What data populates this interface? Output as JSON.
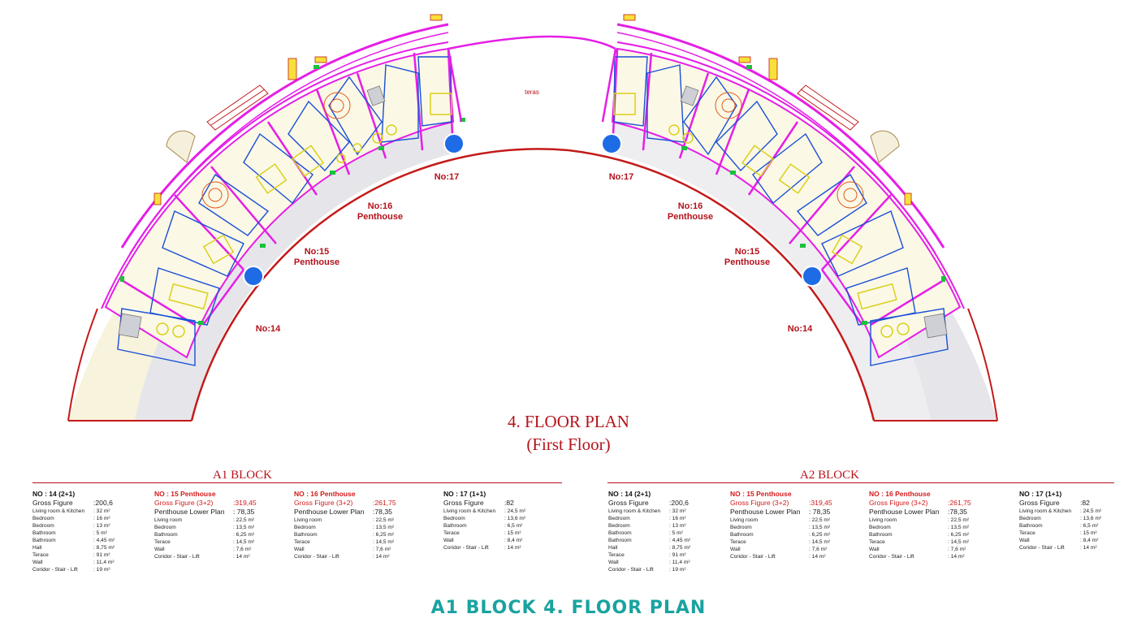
{
  "plan": {
    "teras": "teras",
    "left_wing": {
      "units": [
        "No:17",
        "No:16",
        "Penthouse",
        "No:15",
        "Penthouse",
        "No:14"
      ]
    },
    "right_wing": {
      "units": [
        "No:17",
        "No:16",
        "Penthouse",
        "No:15",
        "Penthouse",
        "No:14"
      ]
    }
  },
  "title": {
    "line1": "4. FLOOR PLAN",
    "line2": "(First Floor)"
  },
  "blocks": [
    {
      "name": "A1 BLOCK",
      "columns": [
        {
          "unit": "NO : 14  (2+1)",
          "unit_red": false,
          "rows": [
            {
              "k": "Gross Figure",
              "v": ":200,6",
              "big": true
            },
            {
              "k": "Living room & Kitchen",
              "v": ": 32  m²"
            },
            {
              "k": "Bedroom",
              "v": ": 16  m²"
            },
            {
              "k": "Bedroom",
              "v": ": 13 m²"
            },
            {
              "k": "Bathroom",
              "v": ": 5 m²"
            },
            {
              "k": "Bathroom",
              "v": ": 4,45 m²"
            },
            {
              "k": "Hall",
              "v": ": 8,75 m²"
            },
            {
              "k": "Terace",
              "v": ": 91 m²"
            },
            {
              "k": "Wall",
              "v": ": 11,4 m²"
            },
            {
              "k": "Coridor - Stair - Lift",
              "v": ": 19 m²"
            }
          ]
        },
        {
          "unit": "NO : 15 Penthouse",
          "unit_red": true,
          "rows": [
            {
              "k": "Gross Figure (3+2)",
              "v": ":319,45",
              "big": true,
              "red": true
            },
            {
              "k": "Penthouse Lower Plan",
              "v": ": 78,35",
              "big": true
            },
            {
              "k": "Living room",
              "v": ": 22,5  m²"
            },
            {
              "k": "Bedroom",
              "v": ": 13,5  m²"
            },
            {
              "k": "Bathroom",
              "v": ": 6,25  m²"
            },
            {
              "k": "Terace",
              "v": ": 14,5  m²"
            },
            {
              "k": "Wall",
              "v": ": 7,6 m²"
            },
            {
              "k": "Coridor - Stair - Lift",
              "v": ": 14 m²"
            }
          ]
        },
        {
          "unit": "NO : 16 Penthouse",
          "unit_red": true,
          "rows": [
            {
              "k": "Gross Figure (3+2)",
              "v": ":261,75",
              "big": true,
              "red": true
            },
            {
              "k": "Penthouse Lower Plan",
              "v": ":78,35",
              "big": true
            },
            {
              "k": "Living room",
              "v": ": 22,5 m²"
            },
            {
              "k": "Bedroom",
              "v": ": 13,5 m²"
            },
            {
              "k": "Bathroom",
              "v": ": 6,25 m²"
            },
            {
              "k": "Terace",
              "v": ": 14,5  m²"
            },
            {
              "k": "Wall",
              "v": ": 7,6 m²"
            },
            {
              "k": "Coridor - Stair - Lift",
              "v": ": 14 m²"
            }
          ]
        },
        {
          "unit": "NO : 17  (1+1)",
          "unit_red": false,
          "rows": [
            {
              "k": "Gross Figure",
              "v": ":82",
              "big": true
            },
            {
              "k": "Living room & Kitchen",
              "v": ": 24,5  m²"
            },
            {
              "k": "Bedroom",
              "v": ": 13,6 m²"
            },
            {
              "k": "Bathroom",
              "v": ": 6,5  m²"
            },
            {
              "k": "Terace",
              "v": ": 15 m²"
            },
            {
              "k": "Wall",
              "v": ": 8,4 m²"
            },
            {
              "k": "Coridor - Stair - Lift",
              "v": ": 14 m²"
            }
          ]
        }
      ]
    },
    {
      "name": "A2 BLOCK",
      "columns": [
        {
          "unit": "NO : 14  (2+1)",
          "unit_red": false,
          "rows": [
            {
              "k": "Gross Figure",
              "v": ":200,6",
              "big": true
            },
            {
              "k": "Living room & Kitchen",
              "v": ": 32  m²"
            },
            {
              "k": "Bedroom",
              "v": ": 16  m²"
            },
            {
              "k": "Bedroom",
              "v": ": 13 m²"
            },
            {
              "k": "Bathroom",
              "v": ": 5 m²"
            },
            {
              "k": "Bathroom",
              "v": ": 4,45 m²"
            },
            {
              "k": "Hall",
              "v": ": 8,75 m²"
            },
            {
              "k": "Terace",
              "v": ": 91 m²"
            },
            {
              "k": "Wall",
              "v": ": 11,4 m²"
            },
            {
              "k": "Coridor - Stair - Lift",
              "v": ": 19 m²"
            }
          ]
        },
        {
          "unit": "NO : 15 Penthouse",
          "unit_red": true,
          "rows": [
            {
              "k": "Gross Figure (3+2)",
              "v": ":319,45",
              "big": true,
              "red": true
            },
            {
              "k": "Penthouse Lower Plan",
              "v": ": 78,35",
              "big": true
            },
            {
              "k": "Living room",
              "v": ": 22,5  m²"
            },
            {
              "k": "Bedroom",
              "v": ": 13,5  m²"
            },
            {
              "k": "Bathroom",
              "v": ": 6,25  m²"
            },
            {
              "k": "Terace",
              "v": ": 14,5  m²"
            },
            {
              "k": "Wall",
              "v": ": 7,6 m²"
            },
            {
              "k": "Coridor - Stair - Lift",
              "v": ": 14 m²"
            }
          ]
        },
        {
          "unit": "NO : 16 Penthouse",
          "unit_red": true,
          "rows": [
            {
              "k": "Gross Figure (3+2)",
              "v": ":261,75",
              "big": true,
              "red": true
            },
            {
              "k": "Penthouse Lower Plan",
              "v": ":78,35",
              "big": true
            },
            {
              "k": "Living room",
              "v": ": 22,5 m²"
            },
            {
              "k": "Bedroom",
              "v": ": 13,5 m²"
            },
            {
              "k": "Bathroom",
              "v": ": 6,25 m²"
            },
            {
              "k": "Terace",
              "v": ": 14,5  m²"
            },
            {
              "k": "Wall",
              "v": ": 7,6 m²"
            },
            {
              "k": "Coridor - Stair - Lift",
              "v": ": 14 m²"
            }
          ]
        },
        {
          "unit": "NO : 17  (1+1)",
          "unit_red": false,
          "rows": [
            {
              "k": "Gross Figure",
              "v": ":82",
              "big": true
            },
            {
              "k": "Living room & Kitchen",
              "v": ": 24,5  m²"
            },
            {
              "k": "Bedroom",
              "v": ": 13,6 m²"
            },
            {
              "k": "Bathroom",
              "v": ": 6,5  m²"
            },
            {
              "k": "Terace",
              "v": ": 15 m²"
            },
            {
              "k": "Wall",
              "v": ": 8,4 m²"
            },
            {
              "k": "Coridor - Stair - Lift",
              "v": ": 14 m²"
            }
          ]
        }
      ]
    }
  ],
  "footer_title": "A1 BLOCK 4. FLOOR PLAN",
  "colors": {
    "wall_magenta": "#e61ee6",
    "wall_blue": "#1a4fd6",
    "label_red": "#b5121b",
    "terrace_fill": "#f7f3dc",
    "corridor_fill": "#e4e4e8",
    "room_yellow": "#f2ef3a",
    "pool_blue": "#1e6be6",
    "footer_teal": "#19a3a0"
  }
}
